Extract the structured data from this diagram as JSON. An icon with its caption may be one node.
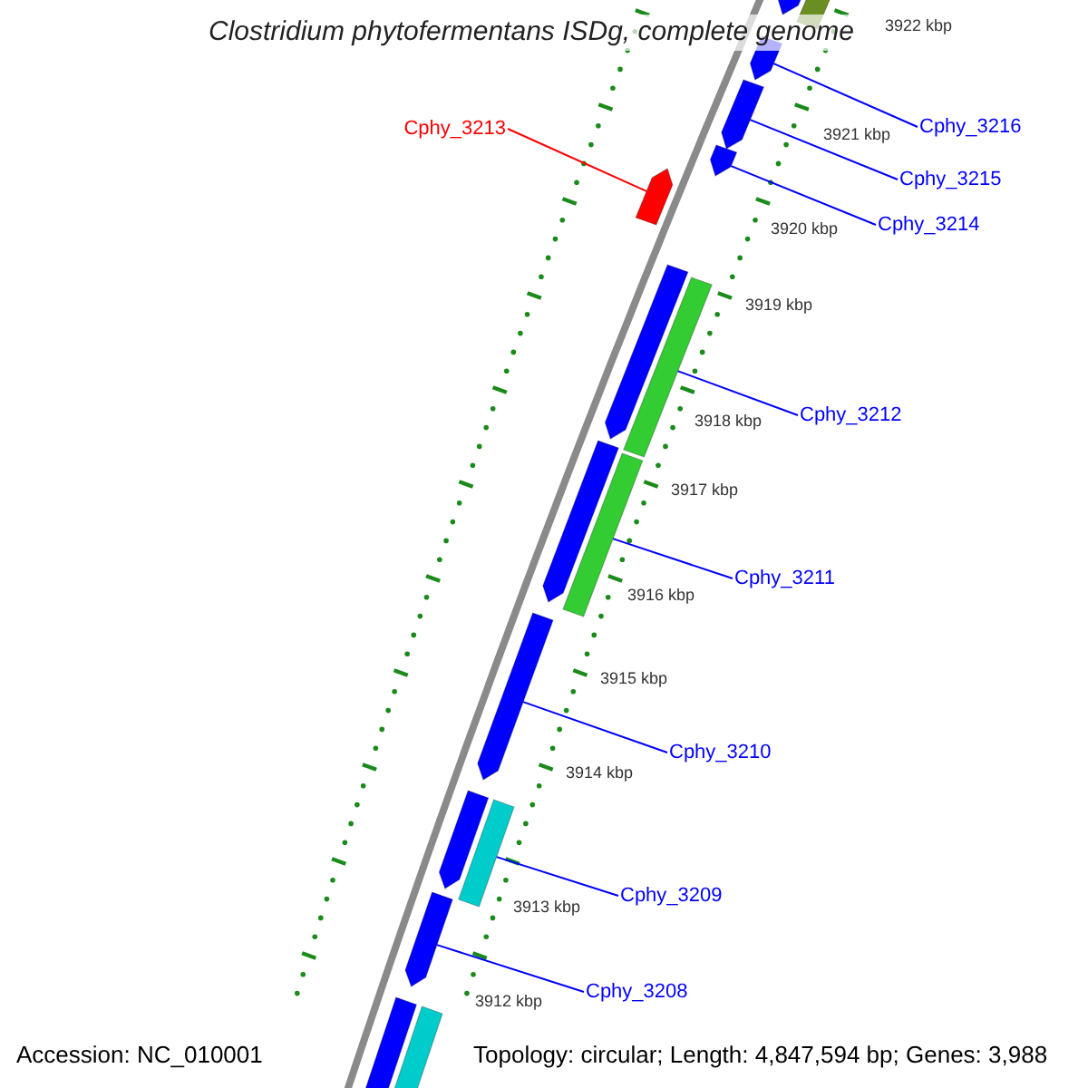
{
  "diagram": {
    "title": "Clostridium phytofermentans ISDg, complete genome",
    "nodes": [
      {
        "text": [],
        "shape": "bar"
      },
      {
        "text": [],
        "shape": "bar"
      },
      {
        "text": [],
        "shape": "bar"
      },
      {
        "text": [],
        "shape": "bar"
      },
      {
        "text": [],
        "shape": "bar"
      },
      {
        "text": [],
        "shape": "bar"
      },
      {
        "text": [],
        "shape": "bar"
      },
      {
        "text": [],
        "shape": "bar"
      },
      {
        "text": [],
        "shape": "bar"
      },
      {
        "text": [],
        "shape": "bar"
      },
      {
        "text": [],
        "shape": "bar"
      },
      {
        "text": [],
        "shape": "bar"
      },
      {
        "text": [],
        "shape": "bar"
      },
      {
        "text": [],
        "shape": "bar"
      },
      {
        "text": [],
        "shape": "bar"
      },
      {
        "text": [],
        "shape": "bar"
      },
      {
        "text": [
          "Cphy_3216"
        ]
      },
      {
        "text": [
          "Cphy_3215"
        ]
      },
      {
        "text": [
          "Cphy_3214"
        ]
      },
      {
        "text": [
          "Cphy_3213"
        ]
      },
      {
        "text": [
          "Cphy_3212"
        ]
      },
      {
        "text": [
          "Cphy_3211"
        ]
      },
      {
        "text": [
          "Cphy_3210"
        ]
      },
      {
        "text": [
          "Cphy_3209"
        ]
      },
      {
        "text": [
          "Cphy_3208"
        ]
      }
    ],
    "edges": [
      {
        "from": 16,
        "to": 2,
        "arrow": "none"
      },
      {
        "from": 17,
        "to": 3,
        "arrow": "none"
      },
      {
        "from": 18,
        "to": 4,
        "arrow": "none"
      },
      {
        "from": 19,
        "to": 5,
        "arrow": "none",
        "color": "#ff0000"
      },
      {
        "from": 20,
        "to": 7,
        "arrow": "none"
      },
      {
        "from": 21,
        "to": 9,
        "arrow": "none"
      },
      {
        "from": 22,
        "to": 10,
        "arrow": "none"
      },
      {
        "from": 23,
        "to": 12,
        "arrow": "none"
      },
      {
        "from": 24,
        "to": 13,
        "arrow": "none"
      }
    ],
    "labels": [
      "3922 kbp",
      "3921 kbp",
      "3920 kbp",
      "3919 kbp",
      "3918 kbp",
      "3917 kbp",
      "3916 kbp",
      "3915 kbp",
      "3914 kbp",
      "3913 kbp",
      "3912 kbp",
      "Accession: NC_010001",
      "Topology: circular; Length: 4,847,594 bp; Genes: 3,988"
    ]
  }
}
